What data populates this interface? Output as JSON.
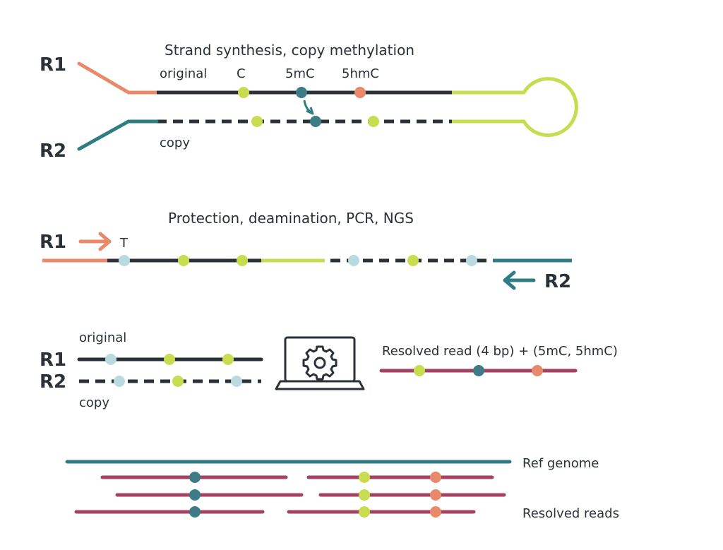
{
  "colors": {
    "dark": "#2a3138",
    "orange": "#e8896a",
    "teal": "#2f7c84",
    "lime": "#c8dc50",
    "light_blue": "#b9dbe0",
    "maroon": "#a44261",
    "dot_teal": "#3d7b87",
    "dot_orange": "#e8896a"
  },
  "panel1": {
    "title": "Strand synthesis, copy methylation",
    "r1": "R1",
    "r2": "R2",
    "original_label": "original",
    "copy_label": "copy",
    "c_label": "C",
    "mc_label": "5mC",
    "hmc_label": "5hmC"
  },
  "panel2": {
    "title": "Protection, deamination, PCR, NGS",
    "r1": "R1",
    "r2": "R2",
    "t_label": "T"
  },
  "panel3": {
    "r1": "R1",
    "r2": "R2",
    "original_label": "original",
    "copy_label": "copy",
    "resolved_label": "Resolved read (4 bp) + (5mC, 5hmC)",
    "computer_icon": "laptop-gear-icon"
  },
  "panel4": {
    "ref_label": "Ref genome",
    "reads_label": "Resolved reads"
  }
}
